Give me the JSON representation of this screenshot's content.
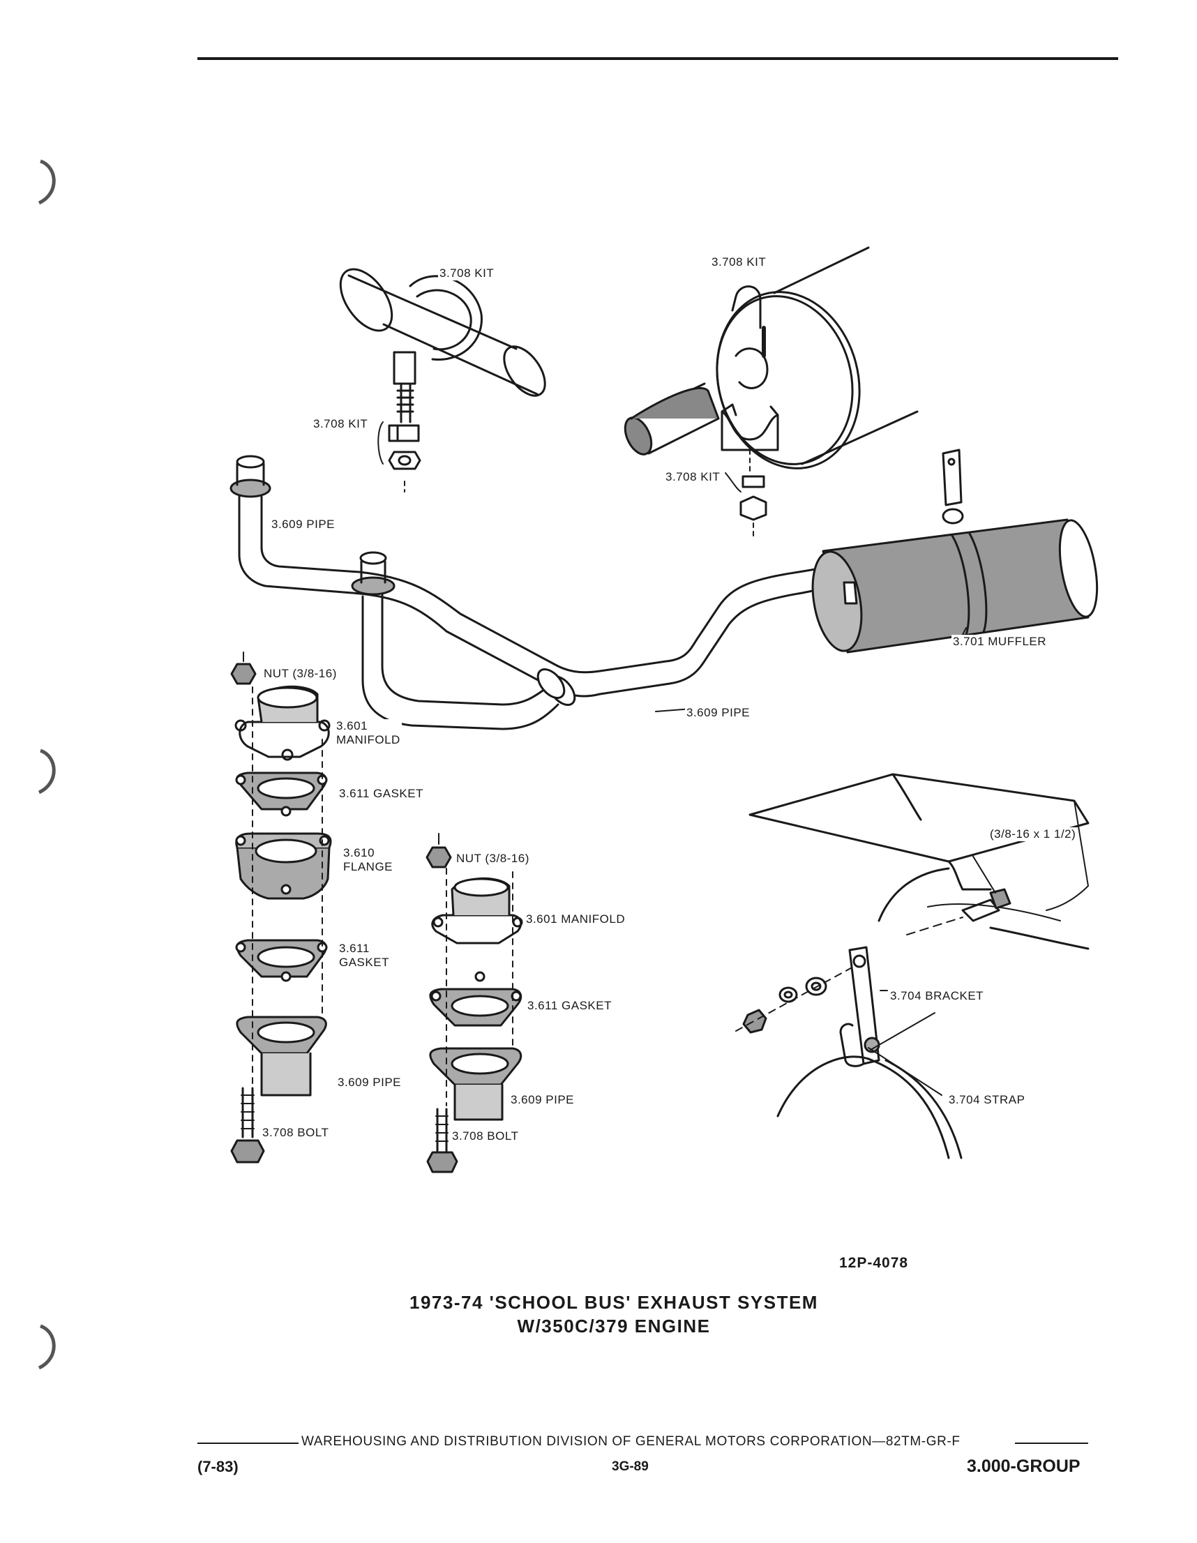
{
  "labels": {
    "kit_left_top": "3.708 KIT",
    "kit_right_top": "3.708 KIT",
    "kit_left_mid": "3.708 KIT",
    "kit_right_mid": "3.708 KIT",
    "pipe_left": "3.609 PIPE",
    "pipe_center": "3.609 PIPE",
    "muffler": "3.701 MUFFLER",
    "nut_left": "NUT (3/8-16)",
    "manifold_left": "3.601\nMANIFOLD",
    "gasket_left_top": "3.611 GASKET",
    "flange_left": "3.610\nFLANGE",
    "gasket_left_bottom": "3.611\nGASKET",
    "pipe_left_stack": "3.609 PIPE",
    "bolt_left": "3.708 BOLT",
    "nut_mid": "NUT (3/8-16)",
    "manifold_mid": "3.601 MANIFOLD",
    "gasket_mid": "3.611 GASKET",
    "pipe_mid_stack": "3.609 PIPE",
    "bolt_mid": "3.708 BOLT",
    "bolt_spec": "(3/8-16 x 1 1/2)",
    "bracket": "3.704 BRACKET",
    "strap": "3.704 STRAP"
  },
  "figure_id": "12P-4078",
  "title_line1": "1973-74 'SCHOOL BUS' EXHAUST SYSTEM",
  "title_line2": "W/350C/379 ENGINE",
  "footer": {
    "division": "WAREHOUSING AND DISTRIBUTION  DIVISION OF GENERAL MOTORS CORPORATION—82TM-GR-F",
    "date": "(7-83)",
    "page": "3G-89",
    "group": "3.000-GROUP"
  }
}
